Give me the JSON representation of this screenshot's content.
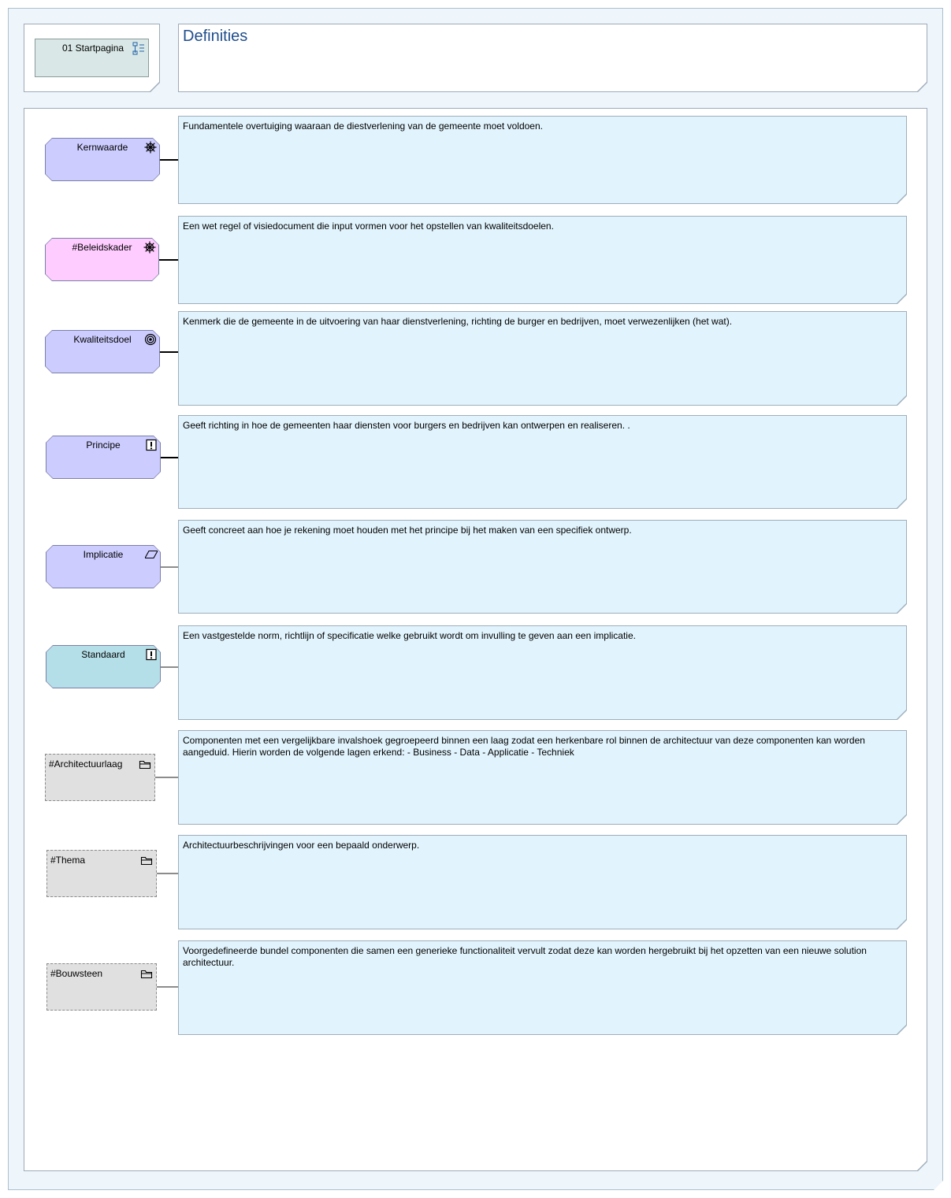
{
  "page": {
    "title": "Definities"
  },
  "navigation": {
    "start_label": "01 Startpagina",
    "start_icon": "tree-view-icon"
  },
  "definitions": [
    {
      "term": "Kernwaarde",
      "icon": "helm-icon",
      "fill": "#ccccff",
      "shape": "octagon",
      "description": "Fundamentele overtuiging waaraan de diestverlening van de gemeente moet voldoen."
    },
    {
      "term": "#Beleidskader",
      "icon": "helm-icon",
      "fill": "#ffccff",
      "shape": "octagon",
      "description": "Een wet regel of visiedocument die input vormen voor het opstellen van kwaliteitsdoelen."
    },
    {
      "term": "Kwaliteitsdoel",
      "icon": "target-icon",
      "fill": "#ccccff",
      "shape": "octagon",
      "description": "Kenmerk die de gemeente in de uitvoering van haar dienstverlening, richting de burger en bedrijven, moet verwezenlijken (het wat)."
    },
    {
      "term": "Principe",
      "icon": "exclamation-icon",
      "fill": "#ccccff",
      "shape": "octagon",
      "description": "Geeft richting in hoe de gemeenten haar diensten voor burgers en bedrijven kan ontwerpen en realiseren.  ."
    },
    {
      "term": "Implicatie",
      "icon": "parallelogram-icon",
      "fill": "#ccccff",
      "shape": "octagon",
      "description": "Geeft concreet aan hoe je rekening moet houden met het principe bij het maken van een specifiek ontwerp."
    },
    {
      "term": "Standaard",
      "icon": "exclamation-icon",
      "fill": "#b5dfe8",
      "shape": "octagon",
      "description": "Een vastgestelde norm, richtlijn of specificatie welke gebruikt wordt om invulling te geven aan een implicatie."
    },
    {
      "term": "#Architectuurlaag",
      "icon": "folder-icon",
      "fill": "#e0e0e0",
      "shape": "dashed",
      "description": "Componenten met een vergelijkbare invalshoek gegroepeerd binnen een laag zodat een herkenbare rol binnen de architectuur van deze componenten kan worden aangeduid.  Hierin worden de volgende lagen erkend:  - Business - Data - Applicatie - Techniek"
    },
    {
      "term": "#Thema",
      "icon": "folder-icon",
      "fill": "#e0e0e0",
      "shape": "dashed",
      "description": "Architectuurbeschrijvingen voor een bepaald onderwerp."
    },
    {
      "term": "#Bouwsteen",
      "icon": "folder-icon",
      "fill": "#e0e0e0",
      "shape": "dashed",
      "description": "Voorgedefineerde bundel componenten die samen een generieke functionaliteit vervult zodat deze kan worden hergebruikt bij het opzetten van een nieuwe solution architectuur."
    }
  ]
}
